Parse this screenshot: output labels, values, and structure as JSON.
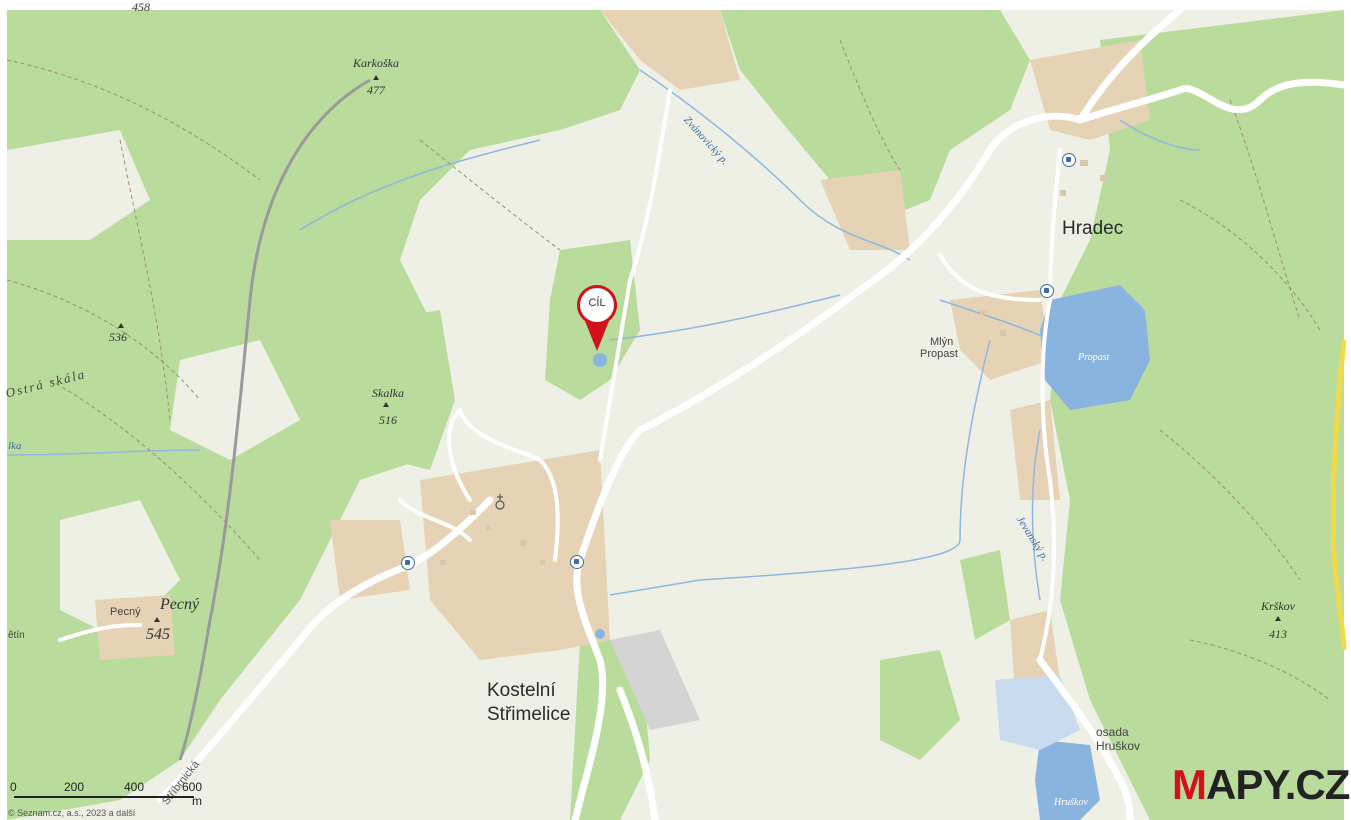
{
  "map": {
    "places": {
      "hradec": "Hradec",
      "kostelni_line1": "Kostelní",
      "kostelni_line2": "Střimelice",
      "mlyn_line1": "Mlýn",
      "mlyn_line2": "Propast",
      "osada_line1": "osada",
      "osada_line2": "Hruškov",
      "pecny_small": "Pecný",
      "betin_partial": "ětín"
    },
    "peaks": [
      {
        "id": "karkoska",
        "name": "Karkoška",
        "elev": "477"
      },
      {
        "id": "skalka",
        "name": "Skalka",
        "elev": "516"
      },
      {
        "id": "pecny",
        "name": "Pecný",
        "elev": "545"
      },
      {
        "id": "krskov",
        "name": "Krškov",
        "elev": "413"
      },
      {
        "id": "unnamed",
        "name": "",
        "elev": "536"
      }
    ],
    "water": {
      "propast": "Propast",
      "hruskov": "Hruškov",
      "zvanovicky": "Zvánovický p.",
      "jevansky": "Jevanský p.",
      "lka_partial": "lka"
    },
    "ridge": "Ostrá skála",
    "road_label": "Stříbrnická",
    "top_partial": "458",
    "marker": {
      "label": "CÍL",
      "color": "#d2121a"
    },
    "colors": {
      "forest": "#b9dc9c",
      "meadow": "#eef0e6",
      "field": "#e6d3b6",
      "lake": "#8ab4e0",
      "road": "#ffffff",
      "highway": "#f2d94a"
    }
  },
  "scale": {
    "ticks": [
      "0",
      "200",
      "400",
      "600"
    ],
    "unit": "m"
  },
  "copyright": "© Seznam.cz, a.s., 2023 a další",
  "logo": {
    "first": "M",
    "rest": "APY.CZ"
  }
}
